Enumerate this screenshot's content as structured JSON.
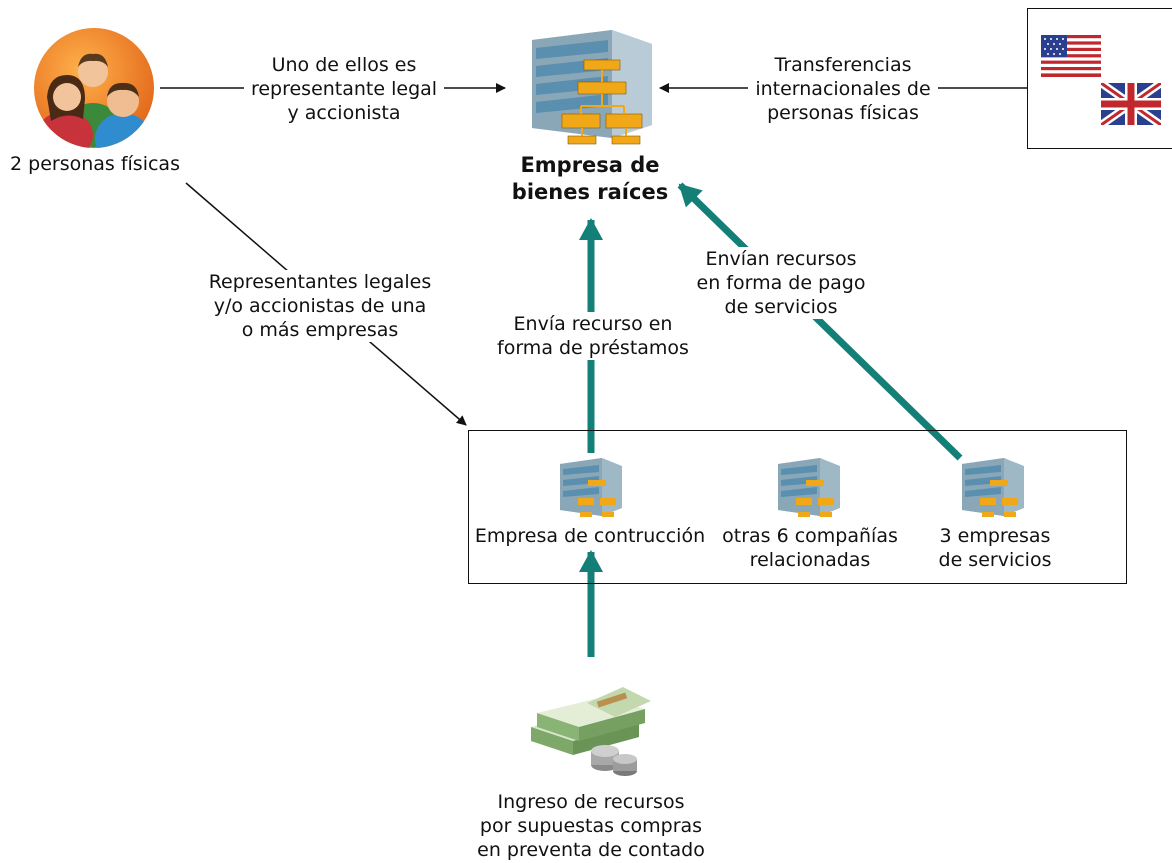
{
  "diagram": {
    "persons": {
      "label": "2 personas físicas",
      "icon": "people-icon"
    },
    "realestate": {
      "title": "Empresa de\nbienes raíces",
      "icon": "office-building-icon"
    },
    "flags": {
      "icons": [
        "usa-flag-icon",
        "uk-flag-icon"
      ]
    },
    "edges": {
      "legal_rep": "Uno de ellos es\nrepresentante legal\ny accionista",
      "intl_transfers": "Transferencias\ninternacionales de\npersonas físicas",
      "legal_reps_companies": "Representantes legales\ny/o accionistas de una\no más empresas",
      "loan": "Envía recurso en\nforma de préstamos",
      "service_payment": "Envían recursos\nen forma de pago\nde servicios"
    },
    "companies": [
      {
        "label": "Empresa de contrucción",
        "icon": "office-building-icon"
      },
      {
        "label": "otras 6 compañías\nrelacionadas",
        "icon": "office-building-icon"
      },
      {
        "label": "3 empresas\nde servicios",
        "icon": "office-building-icon"
      }
    ],
    "cash": {
      "label": "Ingreso de recursos\npor supuestas compras\nen preventa de contado",
      "icon": "cash-money-icon"
    },
    "colors": {
      "teal_arrow": "#137f77",
      "black_arrow": "#111111",
      "building_glass": "#5a8fb0",
      "org_chart": "#f0a818"
    }
  }
}
